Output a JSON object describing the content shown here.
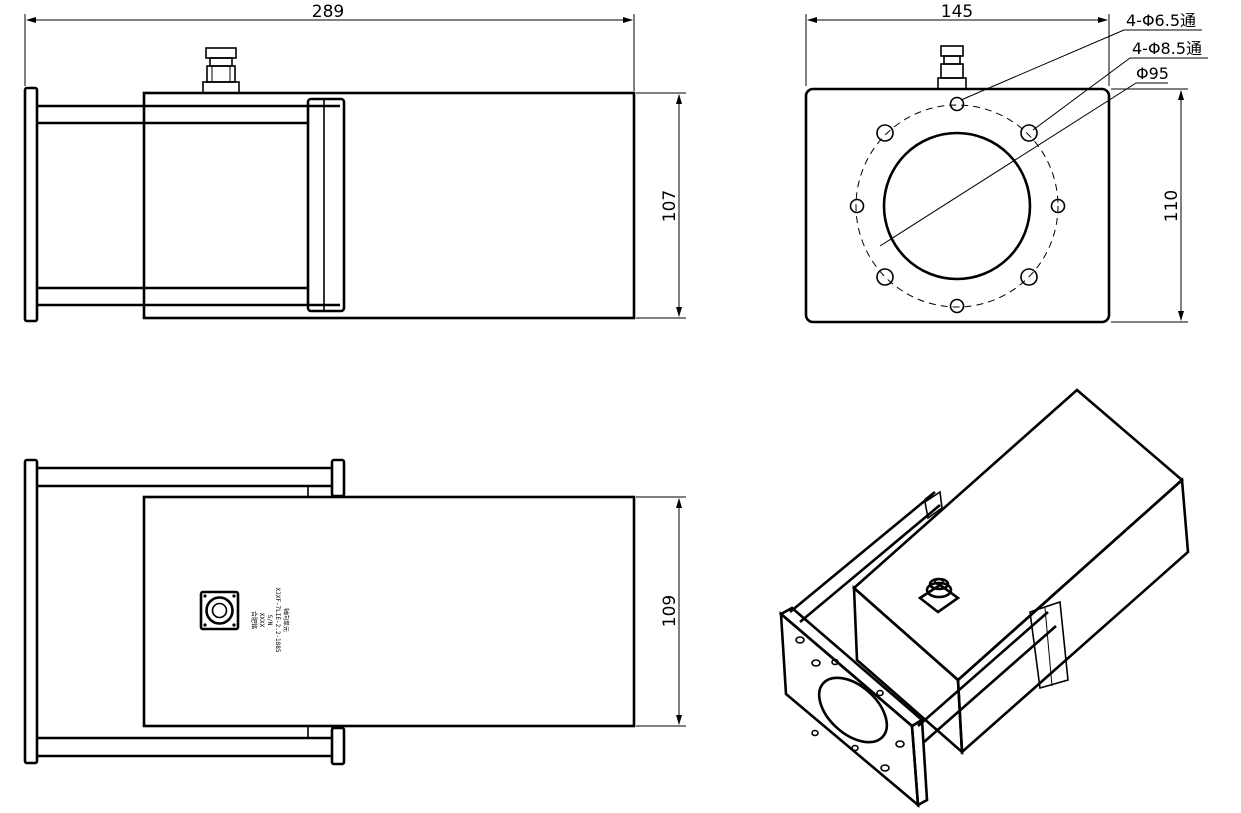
{
  "drawing": {
    "front_view": {
      "width_dim": "289",
      "height_dim": "107"
    },
    "side_view": {
      "width_dim": "145",
      "height_dim": "110",
      "callouts": [
        "4-Φ6.5通",
        "4-Φ8.5通",
        "Φ95"
      ]
    },
    "top_view": {
      "height_dim": "109",
      "label_lines": [
        "轴向单元",
        "XJXF-7LIE-2.2-1885",
        "S/N",
        "XXXX",
        "合肥铭"
      ]
    },
    "isometric_view": {}
  }
}
